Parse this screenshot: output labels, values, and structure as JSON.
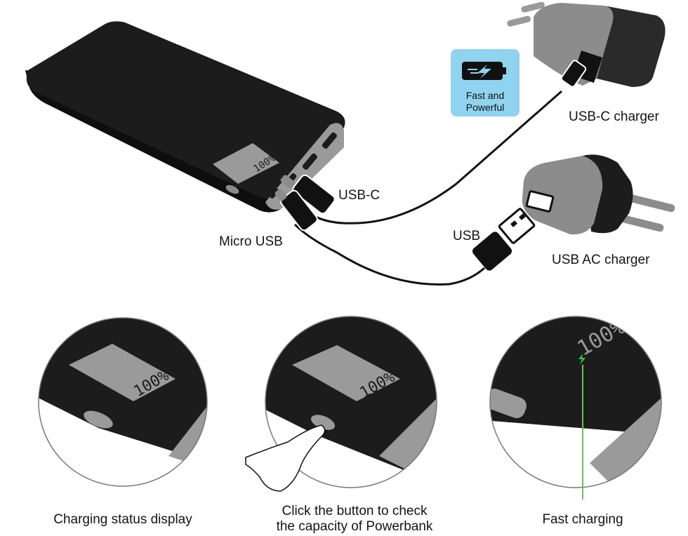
{
  "labels": {
    "usb_c_charger": "USB-C charger",
    "usb_c": "USB-C",
    "micro_usb": "Micro USB",
    "usb": "USB",
    "usb_ac_charger": "USB AC charger"
  },
  "badge": {
    "line1": "Fast and",
    "line2": "Powerful",
    "icon": "battery-lightning-icon",
    "color": "#8fd3ef"
  },
  "display": {
    "value": "100",
    "unit": "%",
    "fast_indicator_color": "#35c43b"
  },
  "details": [
    {
      "caption": "Charging status display"
    },
    {
      "caption_line1": "Click the button to check",
      "caption_line2": "the capacity of Powerbank"
    },
    {
      "caption": "Fast charging"
    }
  ],
  "colors": {
    "body": "#1c1c1c",
    "lcd": "#9a9a9a",
    "charger": "#8c8c8c",
    "cable": "#111111"
  }
}
